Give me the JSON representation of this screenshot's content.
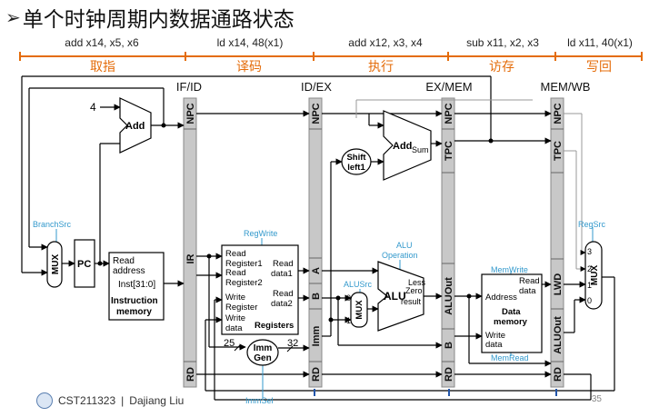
{
  "title": "单个时钟周期内数据通路状态",
  "stages": [
    {
      "instr": "add x14, x5, x6",
      "name": "取指"
    },
    {
      "instr": "ld x14, 48(x1)",
      "name": "译码"
    },
    {
      "instr": "add x12, x3, x4",
      "name": "执行"
    },
    {
      "instr": "sub x11, x2, x3",
      "name": "访存"
    },
    {
      "instr": "ld x11, 40(x1)",
      "name": "写回"
    }
  ],
  "pipeline_registers": {
    "if_id": "IF/ID",
    "id_ex": "ID/EX",
    "ex_mem": "EX/MEM",
    "mem_wb": "MEM/WB",
    "npc": "NPC",
    "ir": "IR",
    "rd": "RD",
    "a": "A",
    "b": "B",
    "imm": "Imm",
    "tpc": "TPC",
    "aluout": "ALUOut",
    "lwd": "LWD"
  },
  "blocks": {
    "const4": "4",
    "add": "Add",
    "pc": "PC",
    "mux": "MUX",
    "imem_read": "Read",
    "imem_address": "address",
    "imem_inst": "Inst[31:0]",
    "imem_name1": "Instruction",
    "imem_name2": "memory",
    "reg_read1a": "Read",
    "reg_read1b": "Register1",
    "reg_read2a": "Read",
    "reg_read2b": "Register2",
    "reg_writea": "Write",
    "reg_writeb": "Register",
    "reg_wdataa": "Write",
    "reg_wdatab": "data",
    "reg_rdata1a": "Read",
    "reg_rdata1b": "data1",
    "reg_rdata2a": "Read",
    "reg_rdata2b": "data2",
    "reg_name": "Registers",
    "immgen1": "Imm",
    "immgen2": "Gen",
    "imm_in": "25",
    "imm_out": "32",
    "shift1": "Shift",
    "shift2": "left1",
    "add_sum": "Sum",
    "alu": "ALU",
    "alu_less": "Less",
    "alu_zero": "Zero",
    "alu_result": "result",
    "dmem_address": "Address",
    "dmem_read": "Read",
    "dmem_data": "data",
    "dmem_write": "Write",
    "dmem_wdata": "data",
    "dmem_name1": "Data",
    "dmem_name2": "memory",
    "mux_in0": "0",
    "mux_in1": "1",
    "mux_in2": "2",
    "mux_in3": "3"
  },
  "signals": {
    "branchsrc": "BranchSrc",
    "regwrite": "RegWrite",
    "alu_op1": "ALU",
    "alu_op2": "Operation",
    "alusrc": "ALUSrc",
    "memwrite": "MemWrite",
    "memread": "MemRead",
    "regsrc": "RegSrc",
    "immsel": "ImmSel"
  },
  "footer": {
    "course": "CST211323",
    "sep": "|",
    "author": "Dajiang Liu",
    "page": "35"
  },
  "colors": {
    "accent": "#e46c0a",
    "signal": "#3399cc",
    "register": "#c8c8c8",
    "wire": "#000000"
  }
}
